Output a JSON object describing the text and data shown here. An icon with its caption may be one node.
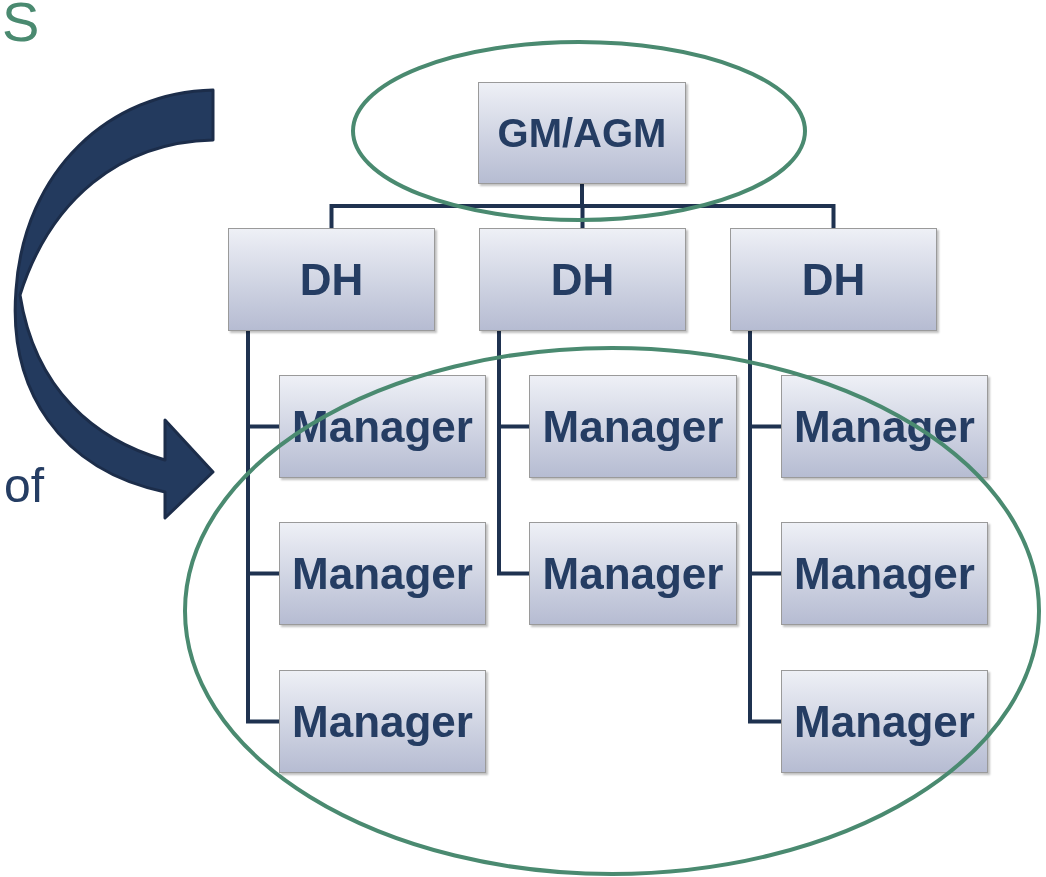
{
  "diagram": {
    "nodes": [
      {
        "text": [
          "GM/AGM"
        ]
      },
      {
        "text": [
          "DH"
        ]
      },
      {
        "text": [
          "DH"
        ]
      },
      {
        "text": [
          "DH"
        ]
      },
      {
        "text": [
          "Manager"
        ]
      },
      {
        "text": [
          "Manager"
        ]
      },
      {
        "text": [
          "Manager"
        ]
      },
      {
        "text": [
          "Manager"
        ]
      },
      {
        "text": [
          "Manager"
        ]
      },
      {
        "text": [
          "Manager"
        ]
      },
      {
        "text": [
          "Manager"
        ]
      },
      {
        "text": [
          "Manager"
        ]
      }
    ],
    "edges": [
      {
        "from": 0,
        "to": 1,
        "arrow": "none"
      },
      {
        "from": 0,
        "to": 2,
        "arrow": "none"
      },
      {
        "from": 0,
        "to": 3,
        "arrow": "none"
      },
      {
        "from": 1,
        "to": 4,
        "arrow": "none"
      },
      {
        "from": 1,
        "to": 5,
        "arrow": "none"
      },
      {
        "from": 1,
        "to": 6,
        "arrow": "none"
      },
      {
        "from": 2,
        "to": 7,
        "arrow": "none"
      },
      {
        "from": 2,
        "to": 8,
        "arrow": "none"
      },
      {
        "from": 3,
        "to": 9,
        "arrow": "none"
      },
      {
        "from": 3,
        "to": 10,
        "arrow": "none"
      },
      {
        "from": 3,
        "to": 11,
        "arrow": "none"
      }
    ],
    "labels": [
      "S",
      "of"
    ]
  }
}
